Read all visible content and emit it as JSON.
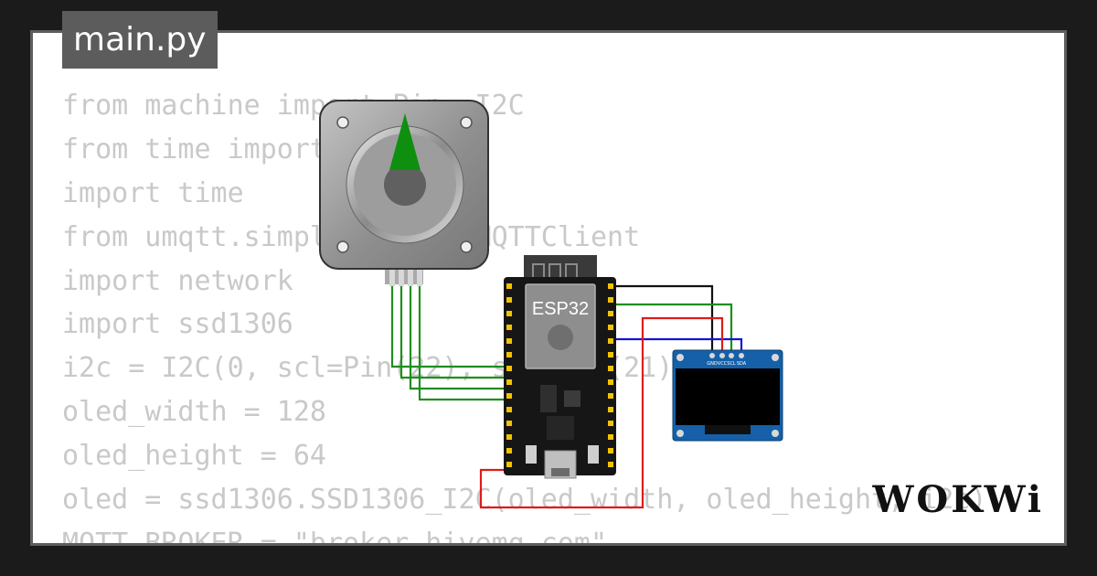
{
  "file_tab": {
    "label": "main.py"
  },
  "code_lines": [
    "from machine import Pin, I2C",
    "from time import sleep",
    "import time",
    "from umqtt.simple import MQTTClient",
    "import network",
    "import ssd1306",
    "i2c = I2C(0, scl=Pin(22), sda=Pin(21))",
    "oled_width = 128",
    "oled_height = 64",
    "oled = ssd1306.SSD1306_I2C(oled_width, oled_height, i2c)",
    "MQTT_BROKER = \"broker.hivemq.com\""
  ],
  "esp32": {
    "label": "ESP32"
  },
  "oled_pins": {
    "gnd": "GND",
    "vcc": "VCC",
    "scl": "SCL",
    "sda": "SDA"
  },
  "brand": {
    "logo": "WOKWi"
  },
  "colors": {
    "wire_green": "#1e8f1e",
    "wire_red": "#e01b1b",
    "wire_blue": "#1515d6",
    "wire_black": "#111111",
    "pcb": "#161616",
    "oled_board": "#1560a8"
  }
}
